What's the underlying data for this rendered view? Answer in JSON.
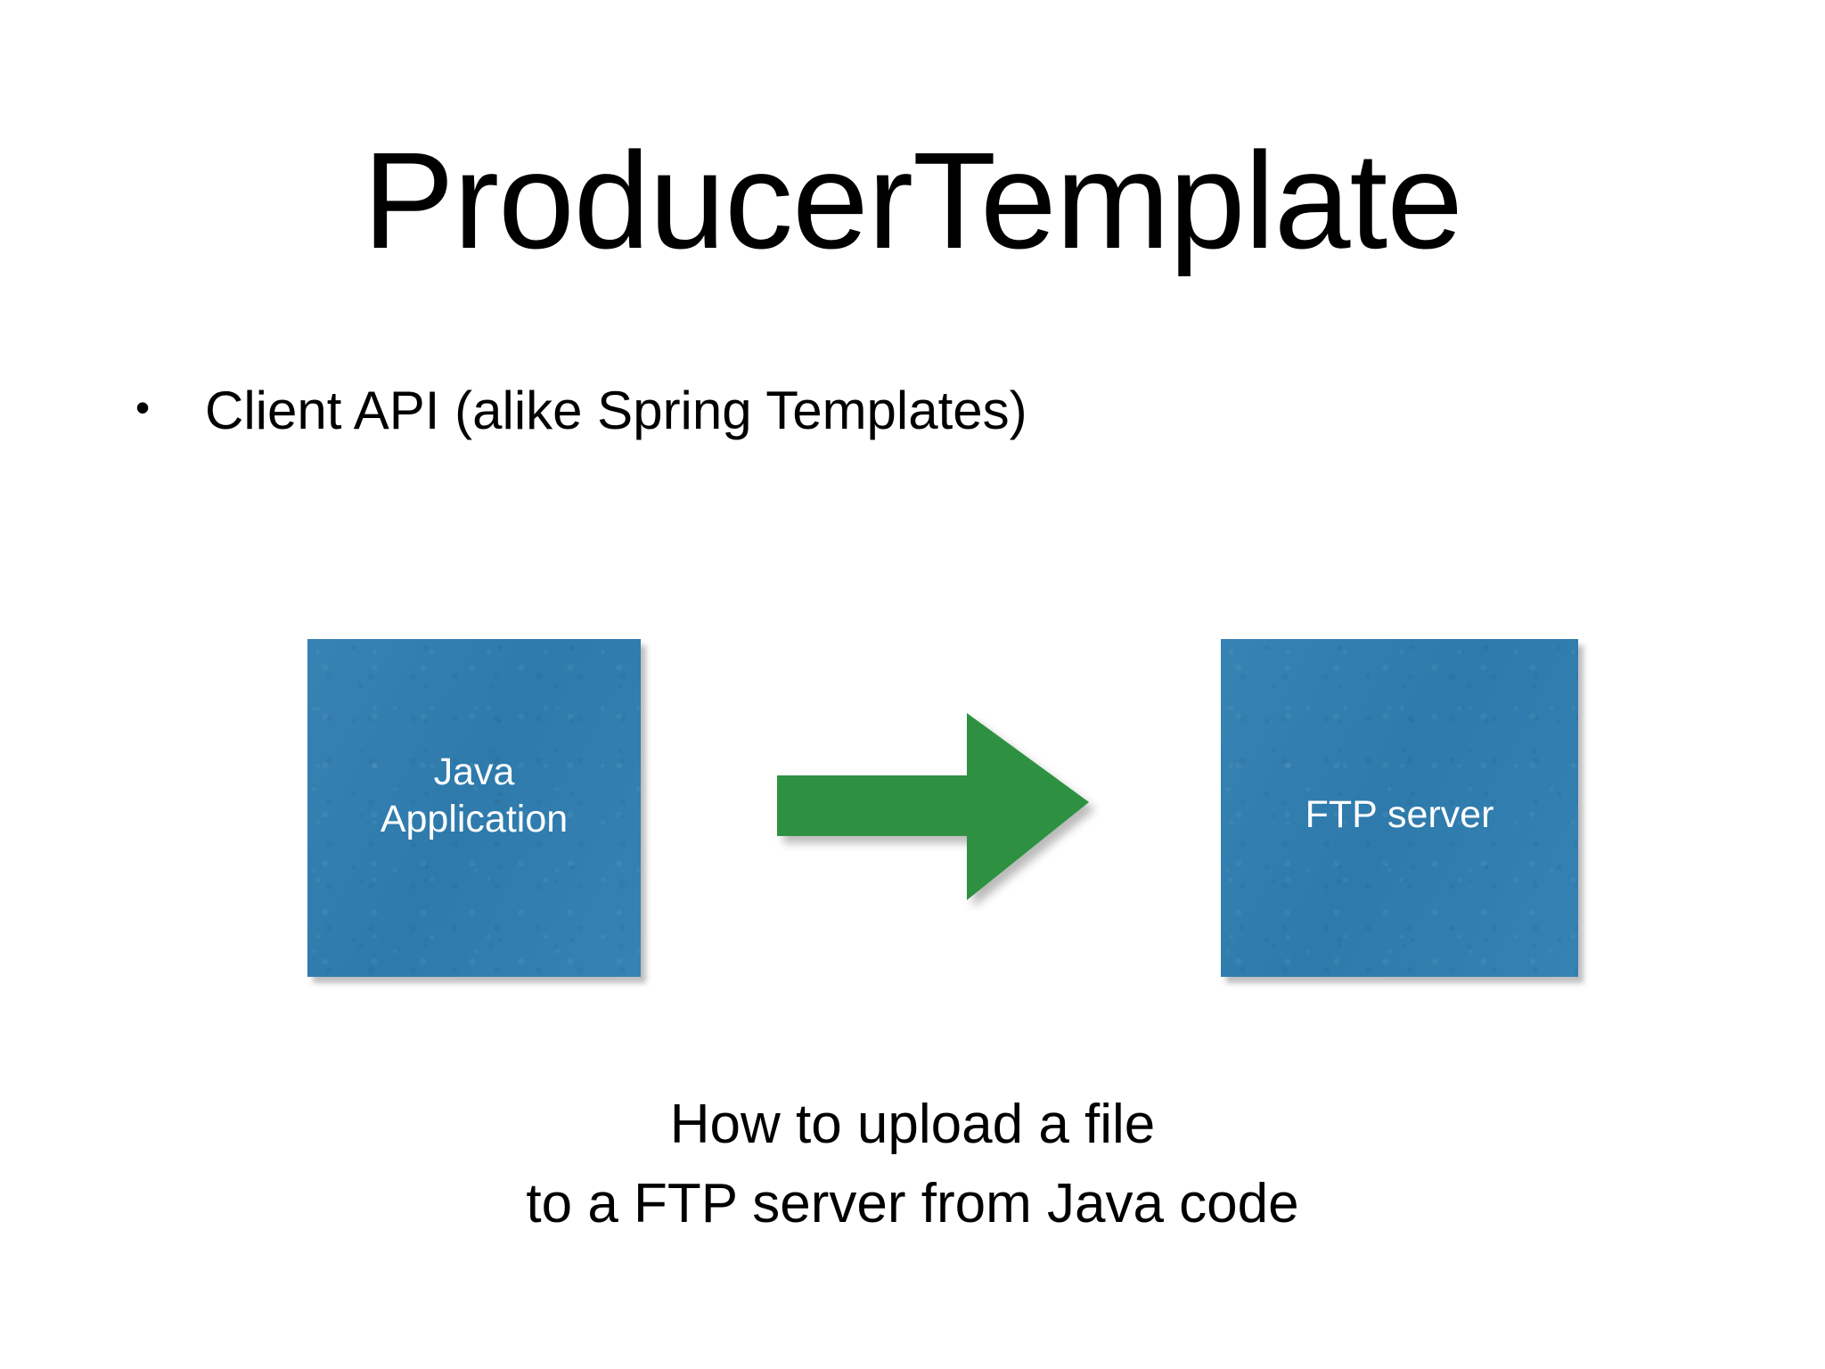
{
  "slide": {
    "title": "ProducerTemplate",
    "background_color": "#ffffff",
    "text_color": "#000000"
  },
  "bullets": [
    {
      "marker": "•",
      "text": "Client API (alike Spring Templates)"
    }
  ],
  "diagram": {
    "node_fill_color": "#2f7eb1",
    "node_text_color": "#ffffff",
    "arrow_color": "#2e9142",
    "nodes": [
      {
        "id": "java-app",
        "label_line_1": "Java",
        "label_line_2": "Application"
      },
      {
        "id": "ftp-server",
        "label_line_1": "FTP server",
        "label_line_2": ""
      }
    ],
    "connector": {
      "icon": "right-arrow-icon",
      "direction": "right",
      "from": "java-app",
      "to": "ftp-server"
    }
  },
  "caption": {
    "line_1": "How to upload a file",
    "line_2": "to a FTP server from Java code"
  }
}
